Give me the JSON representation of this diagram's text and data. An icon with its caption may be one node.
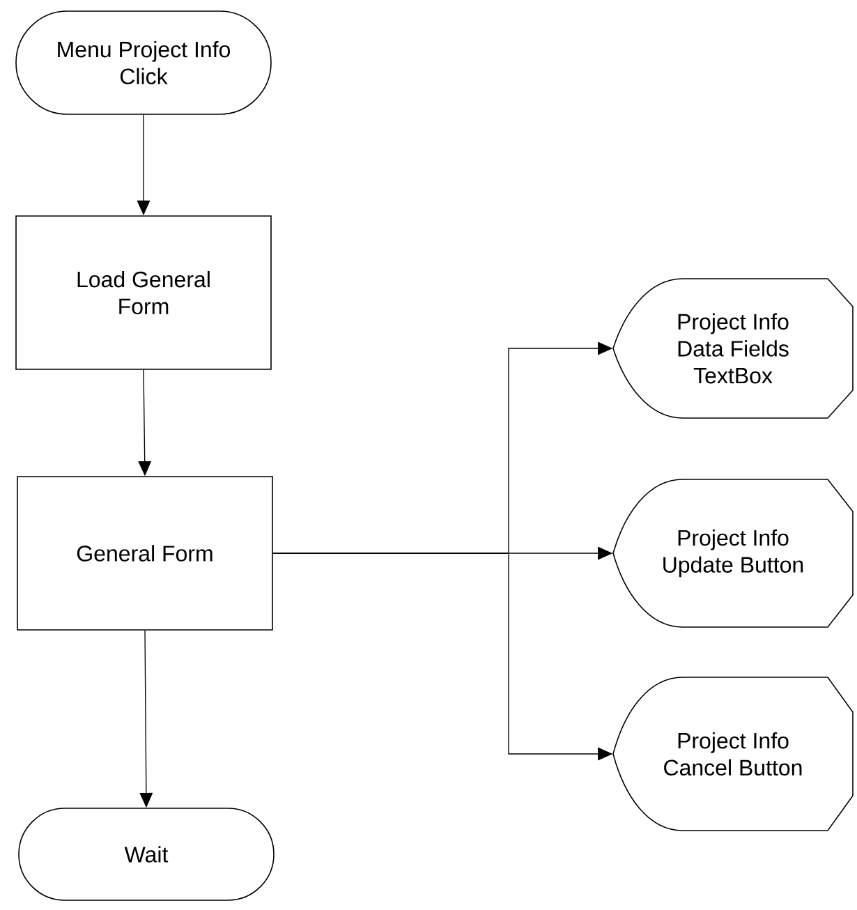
{
  "diagram": {
    "nodes": [
      {
        "text": [
          "Menu Project Info Click"
        ]
      },
      {
        "text": [
          "Load General Form"
        ]
      },
      {
        "text": [
          "General Form"
        ]
      },
      {
        "text": [
          "Wait"
        ]
      },
      {
        "text": [
          "Project Info Data Fields TextBox"
        ]
      },
      {
        "text": [
          "Project Info Update Button"
        ]
      },
      {
        "text": [
          "Project Info Cancel Button"
        ]
      }
    ],
    "edges": [
      {
        "from": 0,
        "to": 1,
        "arrow": "to"
      },
      {
        "from": 1,
        "to": 2,
        "arrow": "to"
      },
      {
        "from": 2,
        "to": 3,
        "arrow": "to"
      },
      {
        "from": 2,
        "to": 4,
        "arrow": "to"
      },
      {
        "from": 2,
        "to": 5,
        "arrow": "to"
      },
      {
        "from": 2,
        "to": 6,
        "arrow": "to"
      }
    ]
  }
}
